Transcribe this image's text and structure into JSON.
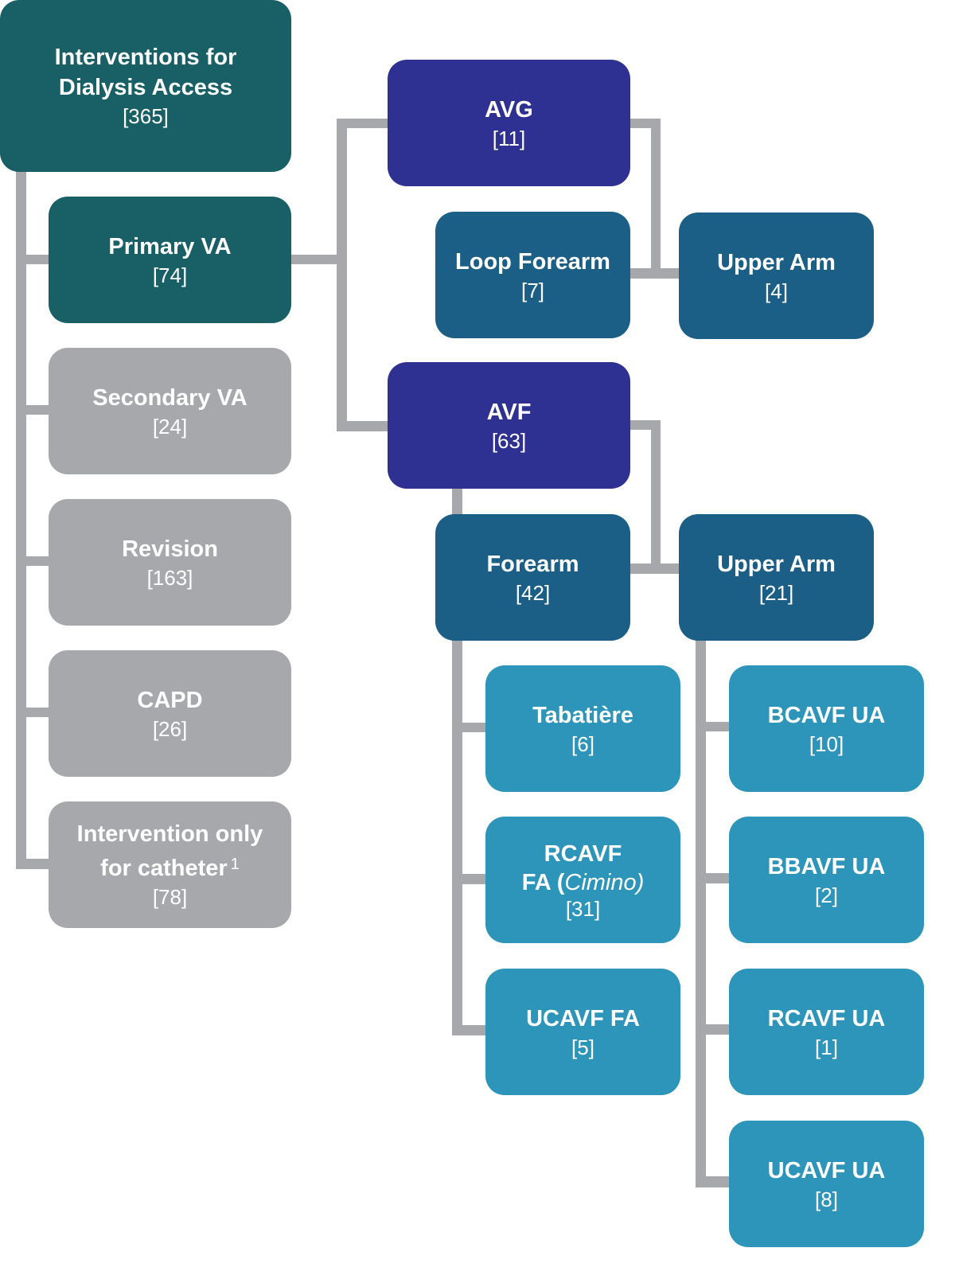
{
  "title": "Interventions for Dialysis Access hierarchy",
  "colors": {
    "root": "#185f66",
    "primary": "#185f66",
    "inactive": "#a7a8ab",
    "type": "#2e3191",
    "location": "#1c5f86",
    "subtype": "#2e95ba",
    "connector": "#a7a8ab"
  },
  "nodes": {
    "root": {
      "label": "Interventions for Dialysis Access",
      "count": "[365]"
    },
    "primary_va": {
      "label": "Primary VA",
      "count": "[74]"
    },
    "secondary_va": {
      "label": "Secondary VA",
      "count": "[24]"
    },
    "revision": {
      "label": "Revision",
      "count": "[163]"
    },
    "capd": {
      "label": "CAPD",
      "count": "[26]"
    },
    "catheter": {
      "label": "Intervention only for catheter",
      "footnote": "1",
      "count": "[78]"
    },
    "avg": {
      "label": "AVG",
      "count": "[11]"
    },
    "avg_loop_forearm": {
      "label": "Loop Forearm",
      "count": "[7]"
    },
    "avg_upper_arm": {
      "label": "Upper Arm",
      "count": "[4]"
    },
    "avf": {
      "label": "AVF",
      "count": "[63]"
    },
    "avf_forearm": {
      "label": "Forearm",
      "count": "[42]"
    },
    "avf_upper_arm": {
      "label": "Upper Arm",
      "count": "[21]"
    },
    "tabatiere": {
      "label": "Tabatière",
      "count": "[6]"
    },
    "rcavf_fa": {
      "label_line1": "RCAVF",
      "label_line2_prefix": "FA (",
      "label_line2_italic": "Cimino)",
      "count": "[31]"
    },
    "ucavf_fa": {
      "label": "UCAVF FA",
      "count": "[5]"
    },
    "bcavf_ua": {
      "label": "BCAVF UA",
      "count": "[10]"
    },
    "bbavf_ua": {
      "label": "BBAVF UA",
      "count": "[2]"
    },
    "rcavf_ua": {
      "label": "RCAVF UA",
      "count": "[1]"
    },
    "ucavf_ua": {
      "label": "UCAVF UA",
      "count": "[8]"
    }
  }
}
